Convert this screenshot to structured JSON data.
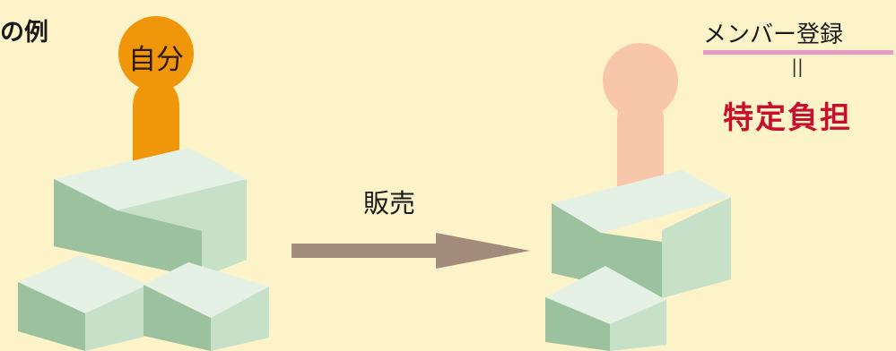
{
  "heading": "の例",
  "self_label": "自分",
  "sale_label": "販売",
  "member_label": "メンバー登録",
  "equals_mark": "||",
  "burden_label": "特定負担",
  "colors": {
    "background": "#fcf3c9",
    "self_person": "#f0960a",
    "other_person": "#f8c6aa",
    "box_front": "#9bc19f",
    "box_top": "#e5f1e4",
    "box_side": "#c6e1c8",
    "arrow": "#a48c7c",
    "underline": "#e79ac6",
    "burden_text": "#c8102e"
  },
  "icons": {
    "self_person": "person-icon",
    "other_person": "person-icon",
    "boxes": "inventory-box-icon",
    "arrow": "right-arrow-icon"
  }
}
